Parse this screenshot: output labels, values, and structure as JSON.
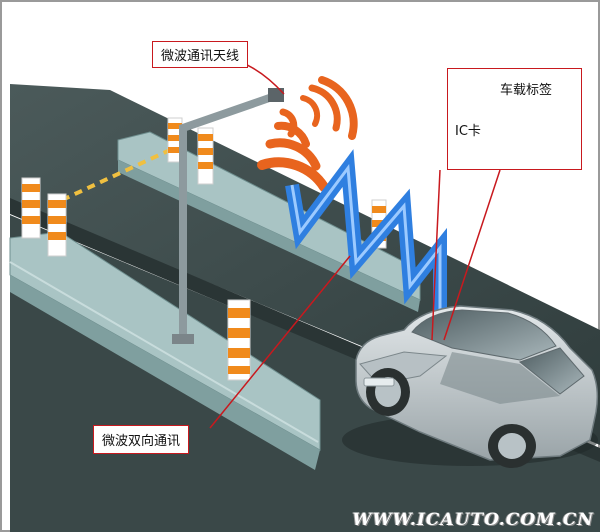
{
  "labels": {
    "antenna": "微波通讯天线",
    "onboard_tag": "车载标签",
    "ic_card": "IC卡",
    "two_way": "微波双向通讯"
  },
  "watermark": "WWW.ICAUTO.COM.CN",
  "colors": {
    "road": "#3e4e4e",
    "island": "#9fbcbc",
    "signal_wave": "#e8641e",
    "zigzag": "#2f7fe0",
    "callout_line": "#c8191e",
    "car": "#c9d0d4"
  }
}
